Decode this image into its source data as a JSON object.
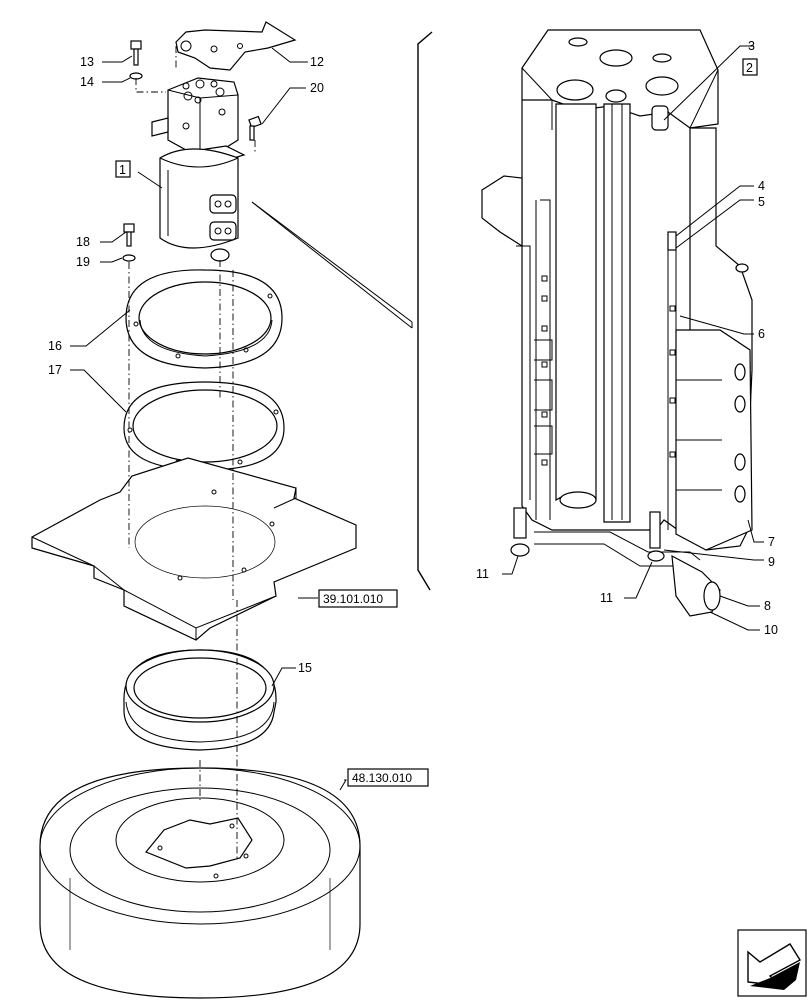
{
  "callouts": {
    "c1": "1",
    "c2": "2",
    "c3": "3",
    "c4": "4",
    "c5": "5",
    "c6": "6",
    "c7": "7",
    "c8": "8",
    "c9": "9",
    "c10": "10",
    "c11a": "11",
    "c11b": "11",
    "c12": "12",
    "c13": "13",
    "c14": "14",
    "c15": "15",
    "c16": "16",
    "c17": "17",
    "c18": "18",
    "c19": "19",
    "c20": "20"
  },
  "refs": {
    "ref_a": "39.101.010",
    "ref_b": "48.130.010"
  },
  "icons": {
    "corner": "navigation-arrow-icon"
  }
}
